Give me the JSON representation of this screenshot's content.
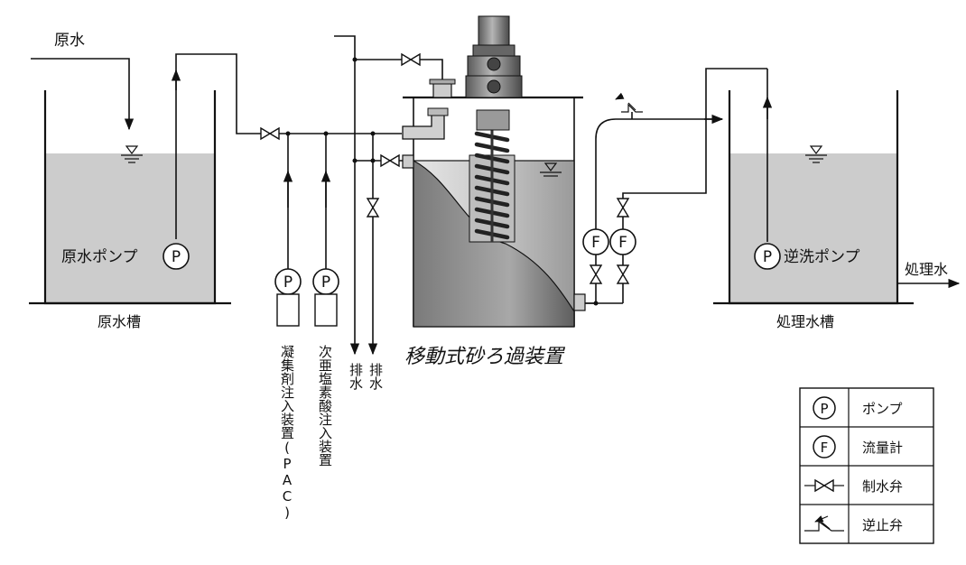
{
  "labels": {
    "raw_water": "原水",
    "raw_water_pump": "原水ポンプ",
    "raw_water_tank": "原水槽",
    "coagulant_injector": "凝集剤注入装置(PAC)",
    "hypochlorite_injector": "次亜塩素酸注入装置",
    "drain_1": "排水",
    "drain_2": "排水",
    "mobile_sand_filter": "移動式砂ろ過装置",
    "backwash_pump": "逆洗ポンプ",
    "treated_water": "処理水",
    "treated_water_tank": "処理水槽"
  },
  "symbols": {
    "pump": "P",
    "flowmeter": "F"
  },
  "legend": [
    {
      "symbol": "P",
      "label": "ポンプ"
    },
    {
      "symbol": "F",
      "label": "流量計"
    },
    {
      "symbol": "gate-valve",
      "label": "制水弁"
    },
    {
      "symbol": "check-valve",
      "label": "逆止弁"
    }
  ],
  "colors": {
    "water": "#cccccc",
    "line": "#111111",
    "tank_body": "#d4d4d4",
    "motor": "#8a8a8a"
  }
}
